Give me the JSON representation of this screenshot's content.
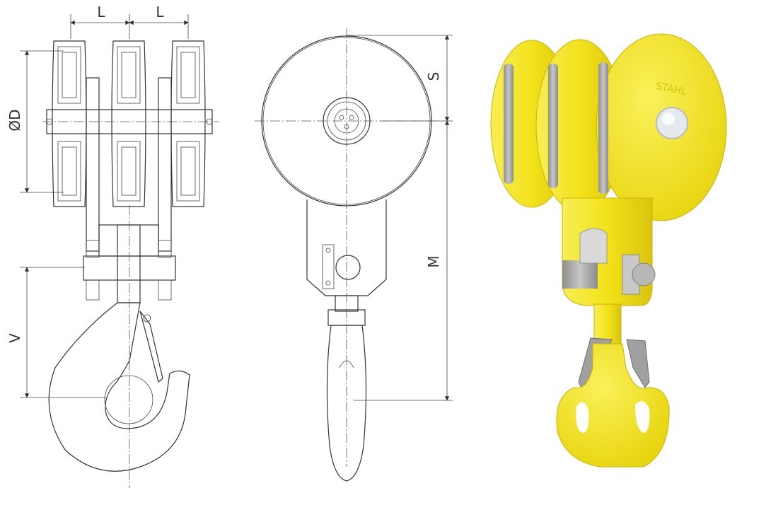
{
  "views": {
    "side_section": {
      "title": "",
      "dims": {
        "pitch_left": "L",
        "pitch_right": "L",
        "diameter": "ØD",
        "hook_depth": "V"
      }
    },
    "front_view": {
      "title": "",
      "dims": {
        "sheave_offset": "S",
        "overall_height": "M"
      }
    },
    "render_3d": {
      "title": "",
      "body_color": "#F5E11A",
      "tread_color": "#A9A9A9",
      "bearing_color": "#E6E9EE",
      "stamp_text": "STAHL"
    }
  },
  "icons": [
    "dimension-arrow-icon"
  ]
}
